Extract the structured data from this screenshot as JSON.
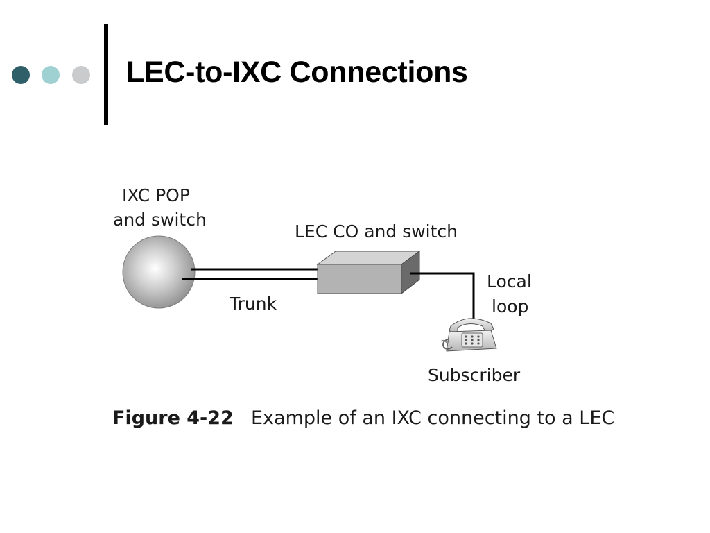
{
  "slide": {
    "title": "LEC-to-IXC Connections",
    "bullet_colors": [
      "#2f5f68",
      "#9fd1d3",
      "#c9cbcc"
    ]
  },
  "diagram": {
    "nodes": {
      "ixc_pop": {
        "label_line1": "IXC POP",
        "label_line2": "and switch"
      },
      "lec_co": {
        "label": "LEC CO and switch"
      },
      "subscriber": {
        "label": "Subscriber"
      }
    },
    "links": {
      "trunk": {
        "label": "Trunk"
      },
      "local_loop": {
        "label_line1": "Local",
        "label_line2": "loop"
      }
    }
  },
  "caption": {
    "figure_number": "Figure 4-22",
    "text": "Example of an IXC connecting to a LEC"
  }
}
